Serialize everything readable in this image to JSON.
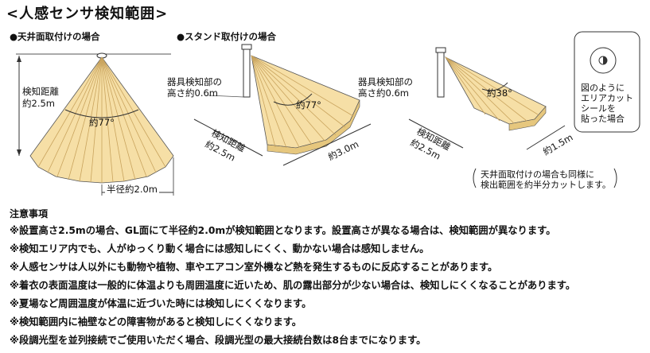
{
  "title": "<人感センサ検知範囲>",
  "ceiling": {
    "caption": "●天井面取付けの場合",
    "distance_label_line1": "検知距離",
    "distance_label_line2": "約2.5m",
    "angle": "約77°",
    "radius": "半径約2.0m"
  },
  "stand": {
    "caption": "●スタンド取付けの場合",
    "height_line1": "器具検知部の",
    "height_line2": "高さ約0.6m",
    "angle": "約77°",
    "distance_line1": "検知距離",
    "distance_line2": "約2.5m",
    "width": "約3.0m"
  },
  "cut": {
    "height_line1": "器具検知部の",
    "height_line2": "高さ約0.6m",
    "angle": "約38°",
    "distance_line1": "検知距離",
    "distance_line2": "約2.5m",
    "width": "約1.5m",
    "callout_lines": [
      "図のように",
      "エリアカット",
      "シールを",
      "貼った場合"
    ],
    "note_line1": "天井面取付けの場合も同様に",
    "note_line2": "検出範囲を約半分カットします。"
  },
  "notes": {
    "heading": "注意事項",
    "items": [
      "※設置高さ2.5mの場合、GL面にて半径約2.0mが検知範囲となります。設置高さが異なる場合は、検知範囲が異なります。",
      "※検知エリア内でも、人がゆっくり動く場合には感知しにくく、動かない場合は感知しません。",
      "※人感センサは人以外にも動物や植物、車やエアコン室外機など熱を発生するものに反応することがあります。",
      "※着衣の表面温度は一般的に体温よりも周囲温度に近いため、肌の露出部分が少ない場合は、検知しにくくなることがあります。",
      "※夏場など周囲温度が体温に近づいた時には検知しにくくなります。",
      "※検知範囲内に袖壁などの障害物があると検知しにくくなります。",
      "※段調光型を並列接続でご使用いただく場合、段調光型の最大接続台数は8台までになります。"
    ]
  },
  "colors": {
    "beam": "#f6dfa6",
    "beam_dark": "#e6c77e",
    "line": "#333333"
  }
}
